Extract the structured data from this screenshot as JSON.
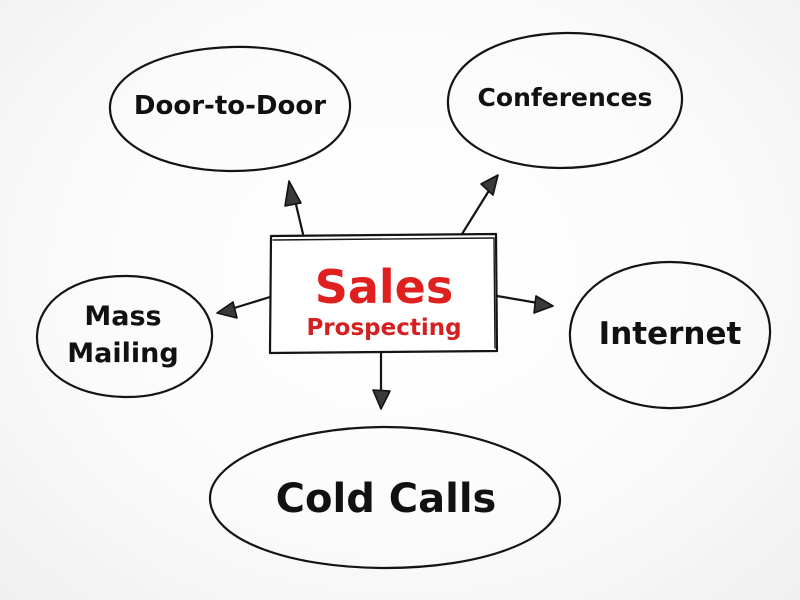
{
  "center": {
    "title": "Sales",
    "subtitle": "Prospecting",
    "title_color": "#e0201f",
    "subtitle_color": "#d42020"
  },
  "nodes": {
    "door_to_door": "Door-to-Door",
    "conferences": "Conferences",
    "mass": "Mass",
    "mailing": "Mailing",
    "internet": "Internet",
    "cold_calls": "Cold Calls"
  },
  "colors": {
    "ink": "#141414",
    "box_fill": "#ffffff"
  }
}
